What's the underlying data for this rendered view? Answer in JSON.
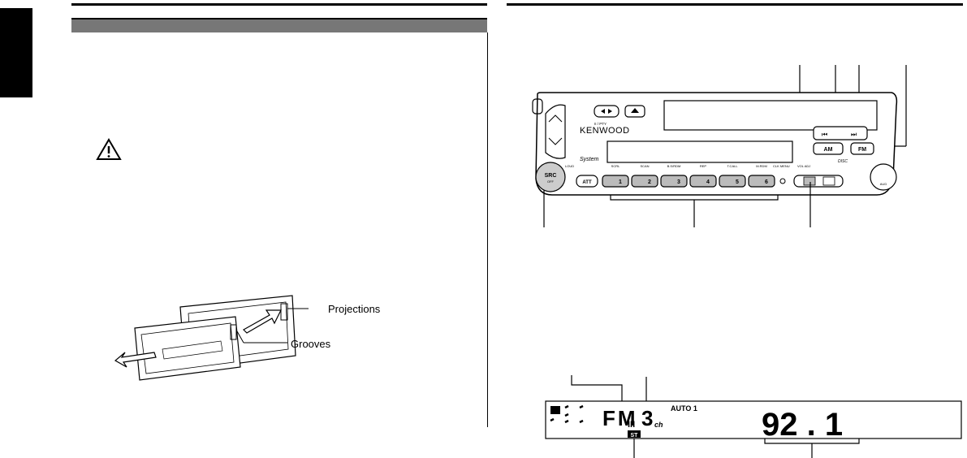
{
  "left_illustration": {
    "label_projections": "Projections",
    "label_grooves": "Grooves"
  },
  "faceplate": {
    "brand": "KENWOOD",
    "btn_src": "SRC",
    "btn_src_sub": "OFF",
    "btn_att": "ATT",
    "btn_am": "AM",
    "btn_fm": "FM",
    "btn_play_sub": "II / PTY",
    "system_logo": "System",
    "disc_label": "DISC",
    "presets": [
      "1",
      "2",
      "3",
      "4",
      "5",
      "6"
    ],
    "preset_labels": [
      "SCRL",
      "SCAN",
      "B.S/RDM",
      "REP",
      "T.CALL",
      "M.RDM"
    ],
    "loud_label": "LOUD",
    "clk_label": "CLK MENU",
    "vol_label": "VOL ADJ",
    "aud_label": "AUD"
  },
  "display": {
    "band": "FM",
    "band_sub": "III",
    "preset": "3",
    "ch": "ch",
    "auto": "AUTO 1",
    "st": "ST",
    "freq": "92 . 1"
  }
}
